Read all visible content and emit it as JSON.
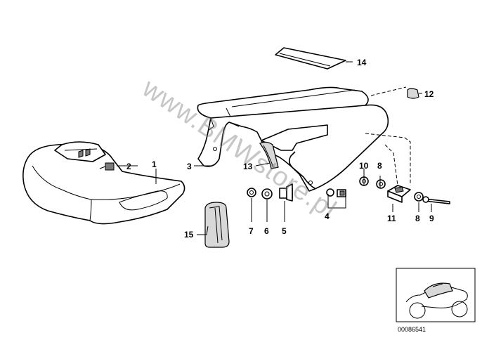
{
  "watermark": "www.BMWstore.pl",
  "diagram_code": "00086541",
  "callouts": [
    {
      "id": "c1",
      "label": "1"
    },
    {
      "id": "c2",
      "label": "2"
    },
    {
      "id": "c3",
      "label": "3"
    },
    {
      "id": "c4",
      "label": "4"
    },
    {
      "id": "c5",
      "label": "5"
    },
    {
      "id": "c6",
      "label": "6"
    },
    {
      "id": "c7",
      "label": "7"
    },
    {
      "id": "c8a",
      "label": "8"
    },
    {
      "id": "c8b",
      "label": "8"
    },
    {
      "id": "c9",
      "label": "9"
    },
    {
      "id": "c10",
      "label": "10"
    },
    {
      "id": "c11",
      "label": "11"
    },
    {
      "id": "c12",
      "label": "12"
    },
    {
      "id": "c13",
      "label": "13"
    },
    {
      "id": "c14",
      "label": "14"
    },
    {
      "id": "c15",
      "label": "15"
    }
  ]
}
